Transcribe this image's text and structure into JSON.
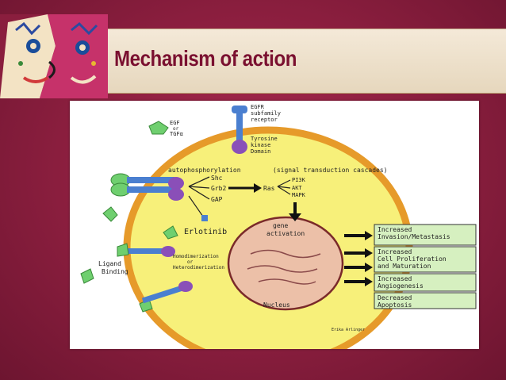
{
  "slide": {
    "title": "Mechanism of action"
  },
  "diagram": {
    "labels": {
      "egfr": "EGFR",
      "subfamily": "subfamily",
      "receptor": "receptor",
      "egf": "EGF",
      "or": "or",
      "tgfa": "TGFα",
      "tyrosine": "Tyrosine",
      "kinase": "kinase",
      "domain": "Domain",
      "autophos": "autophosphorylation",
      "signal": "(signal transduction cascades)",
      "shc": "Shc",
      "grb2": "Grb2",
      "gap": "GAP",
      "ras": "Ras",
      "pi3k": "PI3K",
      "akt": "AKT",
      "mapk": "MAPK",
      "erlotinib": "Erlotinib",
      "gene": "gene",
      "activation": "activation",
      "nucleus": "Nucleus",
      "homodimer": "Homodimerization",
      "or2": "or",
      "heterodimer": "Heterodimerization",
      "ligand": "Ligand",
      "binding": "Binding",
      "signature": "Erika Arlinger"
    },
    "outcomes": [
      "Increased Invasion/Metastasis",
      "Increased Cell Proliferation and Maturation",
      "Increased Angiogenesis",
      "Decreased Apoptosis"
    ],
    "outcome_lines": [
      [
        "Increased",
        "Invasion/Metastasis"
      ],
      [
        "Increased",
        "Cell Proliferation",
        "and Maturation"
      ],
      [
        "Increased",
        "Angiogenesis"
      ],
      [
        "Decreased",
        "Apoptosis"
      ]
    ],
    "colors": {
      "cell_fill": "#f7f07a",
      "cell_border": "#e69a2a",
      "nucleus_fill": "#ecc0a8",
      "nucleus_border": "#7a2a2a",
      "ligand": "#6fcf6f",
      "receptor_blue": "#4a7fd0",
      "kinase_purple": "#8a4fb8",
      "outcome_box": "#d6f0c0"
    }
  }
}
